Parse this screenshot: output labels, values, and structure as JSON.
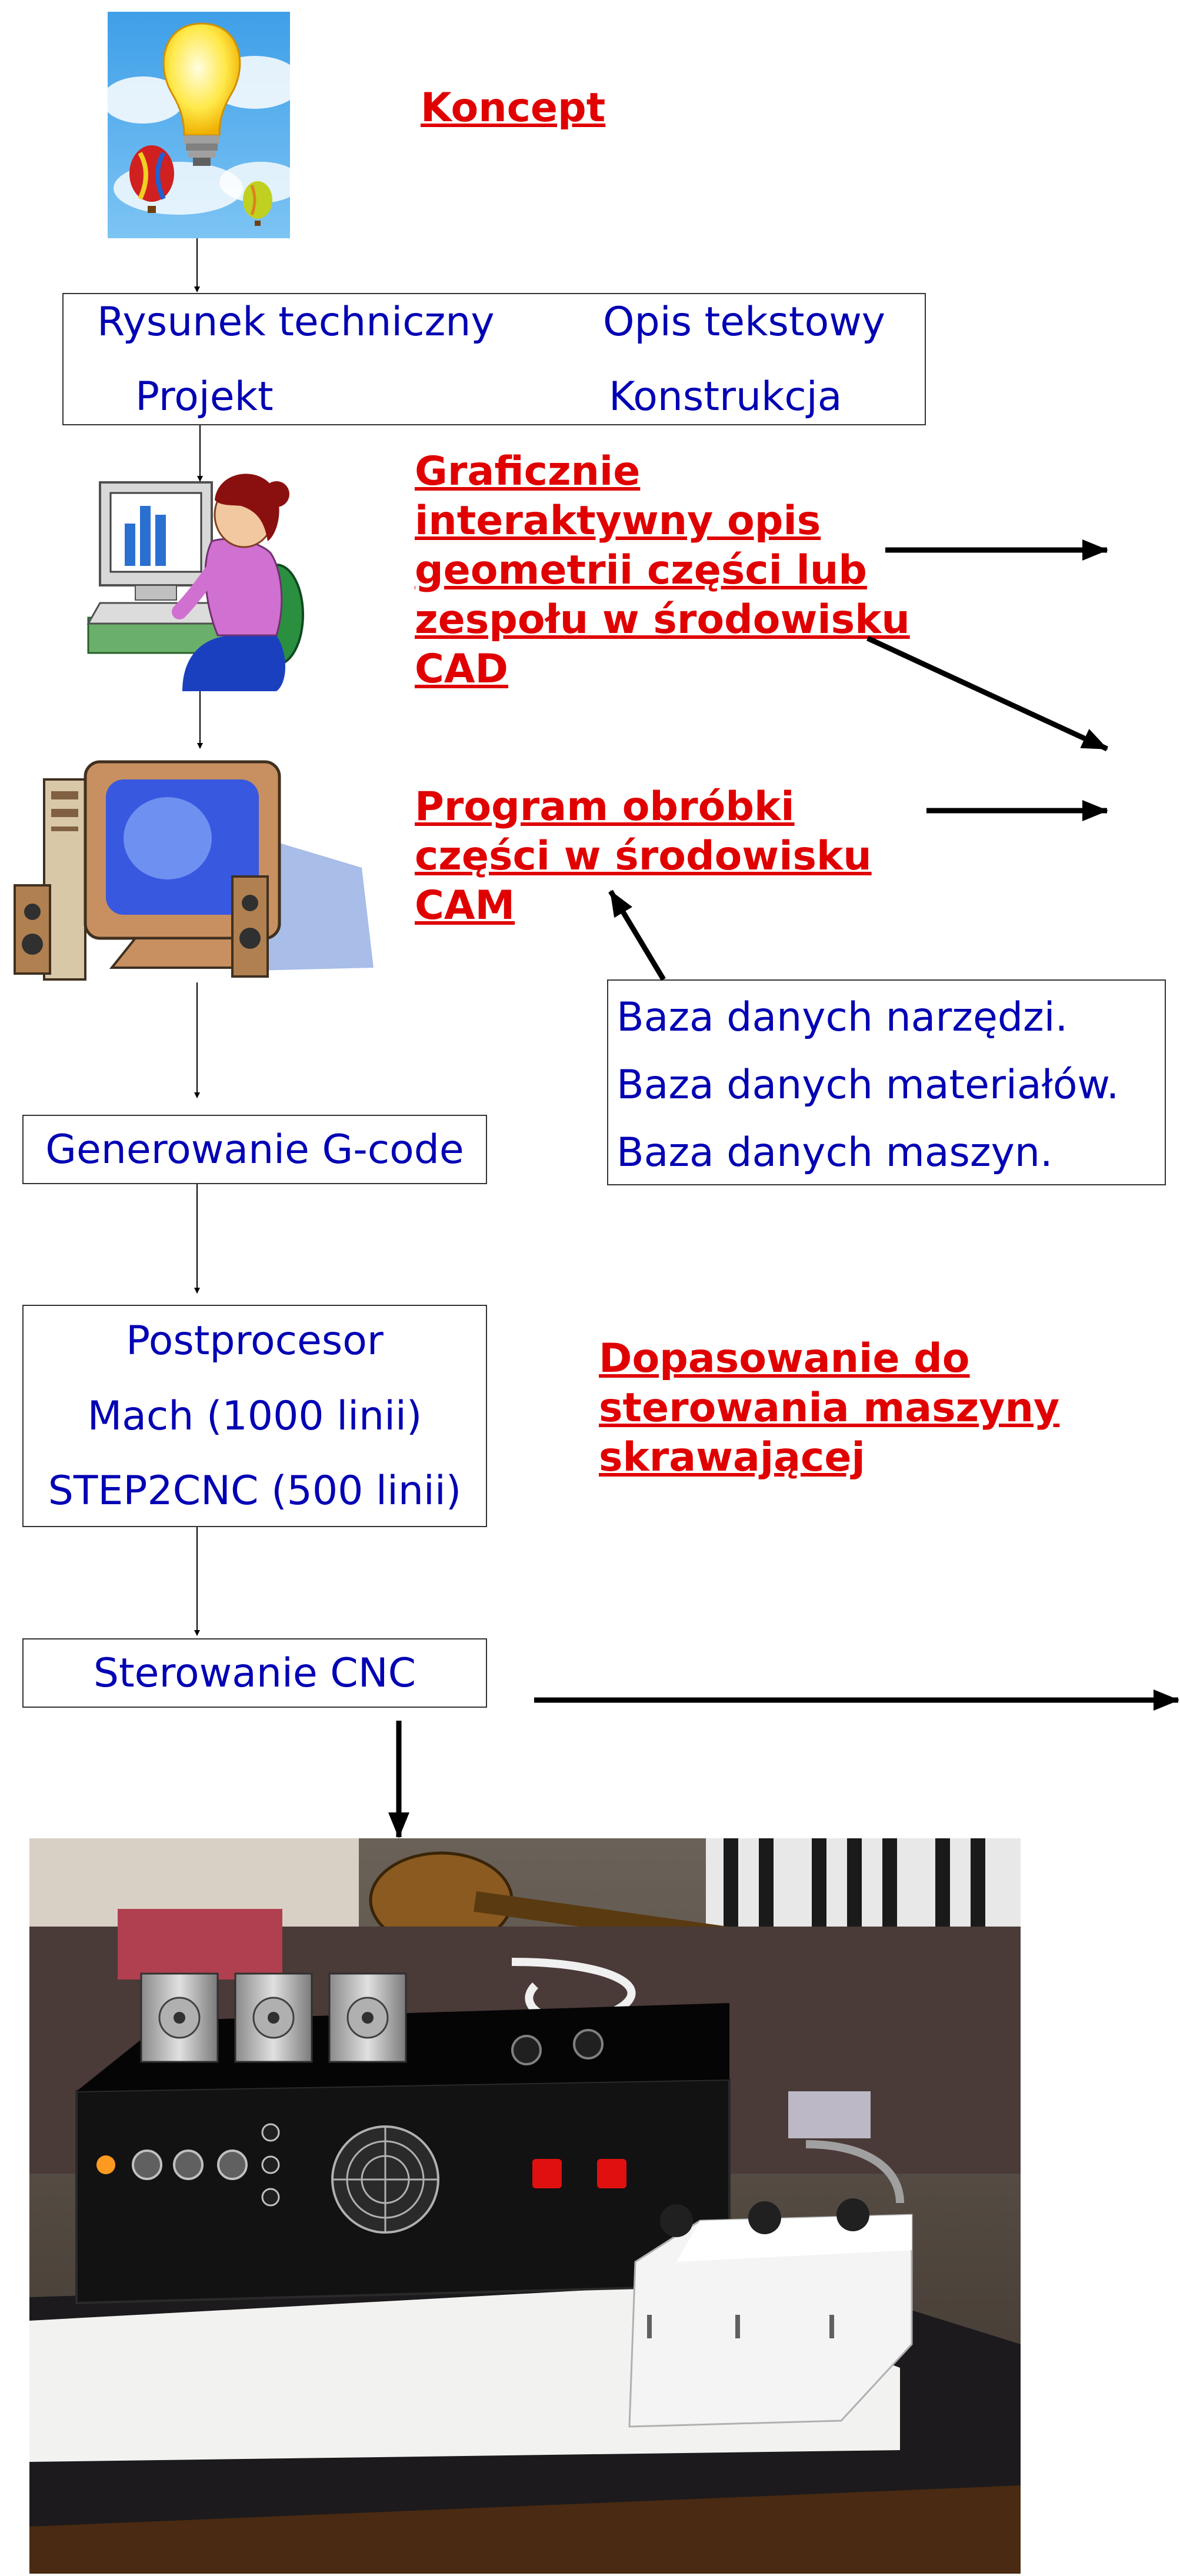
{
  "title": "Koncept",
  "design_box": {
    "left_top": "Rysunek techniczny",
    "right_top": "Opis tekstowy",
    "left_bottom": "Projekt",
    "right_bottom": "Konstrukcja"
  },
  "cad_label": "Graficznie interaktywny opis geometrii części lub zespołu w środowisku CAD",
  "cam_label": "Program obróbki części w środowisku CAM",
  "databases": [
    "Baza danych narzędzi.",
    "Baza danych materiałów.",
    "Baza danych maszyn."
  ],
  "gcode_label": "Generowanie G-code",
  "postprocessor": {
    "title": "Postprocesor",
    "line1": "Mach (1000 linii)",
    "line2": "STEP2CNC (500 linii)"
  },
  "adapt_label": "Dopasowanie do sterowania maszyny skrawającej",
  "cnc_label": "Sterowanie CNC",
  "colors": {
    "blue_text": "#0000b4",
    "red_text": "#e00000",
    "box_border": "#333333"
  }
}
